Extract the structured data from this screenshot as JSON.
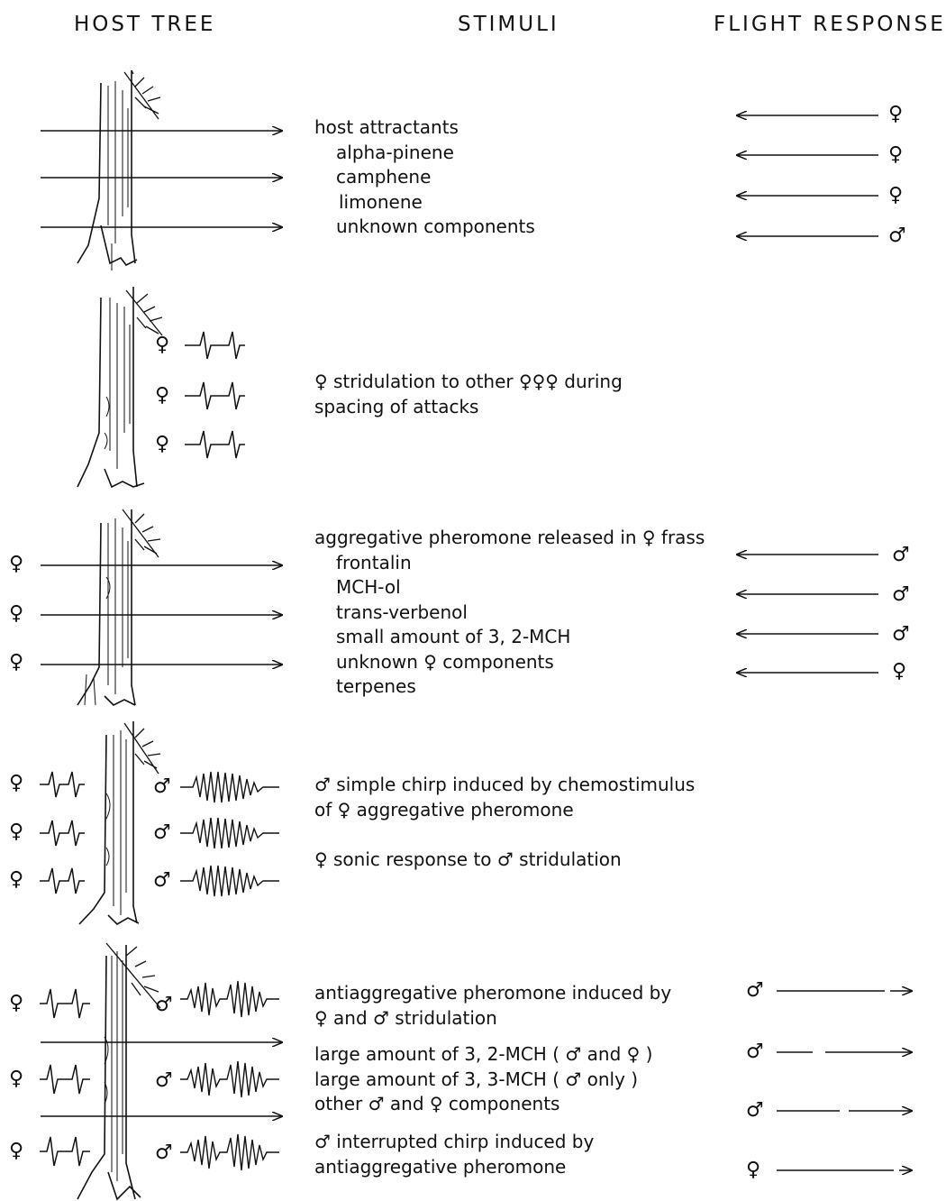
{
  "headers": {
    "host_tree": "HOST TREE",
    "stimuli": "STIMULI",
    "flight_response": "FLIGHT RESPONSE"
  },
  "sections": [
    {
      "stimuli": [
        {
          "text": "host attractants",
          "indent": 0
        },
        {
          "text": "alpha-pinene",
          "indent": 1
        },
        {
          "text": "camphene",
          "indent": 1
        },
        {
          "text": "limonene",
          "indent": 2
        },
        {
          "text": "unknown components",
          "indent": 1
        }
      ],
      "flight_responses": [
        {
          "symbol": "♀",
          "direction": "toward-tree"
        },
        {
          "symbol": "♀",
          "direction": "toward-tree"
        },
        {
          "symbol": "♀",
          "direction": "toward-tree"
        },
        {
          "symbol": "♂",
          "direction": "toward-tree"
        }
      ],
      "tree_labels": []
    },
    {
      "stimuli": [
        {
          "text": "♀ stridulation to other ♀♀♀ during",
          "indent": 0
        },
        {
          "text": "spacing of attacks",
          "indent": 0
        }
      ],
      "flight_responses": [],
      "tree_labels": [
        "♀",
        "♀",
        "♀"
      ]
    },
    {
      "stimuli": [
        {
          "text": "aggregative pheromone released in ♀ frass",
          "indent": 0
        },
        {
          "text": "frontalin",
          "indent": 1
        },
        {
          "text": "MCH-ol",
          "indent": 1
        },
        {
          "text": "trans-verbenol",
          "indent": 1
        },
        {
          "text": "small amount of 3, 2-MCH",
          "indent": 1
        },
        {
          "text": "unknown ♀ components",
          "indent": 1
        },
        {
          "text": "terpenes",
          "indent": 1
        }
      ],
      "flight_responses": [
        {
          "symbol": "♂",
          "direction": "toward-tree"
        },
        {
          "symbol": "♂",
          "direction": "toward-tree"
        },
        {
          "symbol": "♂",
          "direction": "toward-tree"
        },
        {
          "symbol": "♀",
          "direction": "toward-tree"
        }
      ],
      "tree_labels": [
        "♀",
        "♀",
        "♀"
      ]
    },
    {
      "stimuli": [
        {
          "text": "♂ simple chirp induced by chemostimulus",
          "indent": 0
        },
        {
          "text": "of ♀ aggregative pheromone",
          "indent": 0
        },
        {
          "text": "",
          "indent": 0
        },
        {
          "text": "♀ sonic response to ♂ stridulation",
          "indent": 0
        }
      ],
      "flight_responses": [],
      "tree_labels": [
        "♀",
        "♀",
        "♀",
        "♂",
        "♂",
        "♂"
      ]
    },
    {
      "stimuli": [
        {
          "text": "antiaggregative pheromone induced by",
          "indent": 0
        },
        {
          "text": "♀ and ♂ stridulation",
          "indent": 0
        },
        {
          "text": "large amount of 3, 2-MCH ( ♂ and ♀ )",
          "indent": 0
        },
        {
          "text": "large amount of 3, 3-MCH ( ♂ only )",
          "indent": 0
        },
        {
          "text": "other ♂ and ♀ components",
          "indent": 0
        },
        {
          "text": "♂ interrupted chirp induced by",
          "indent": 0
        },
        {
          "text": "antiaggregative pheromone",
          "indent": 0
        }
      ],
      "flight_responses": [
        {
          "symbol": "♂",
          "direction": "away-from-tree"
        },
        {
          "symbol": "♂",
          "direction": "away-from-tree"
        },
        {
          "symbol": "♂",
          "direction": "away-from-tree"
        },
        {
          "symbol": "♀",
          "direction": "away-from-tree"
        }
      ],
      "tree_labels": [
        "♀",
        "♀",
        "♀",
        "♂",
        "♂",
        "♂"
      ]
    }
  ]
}
